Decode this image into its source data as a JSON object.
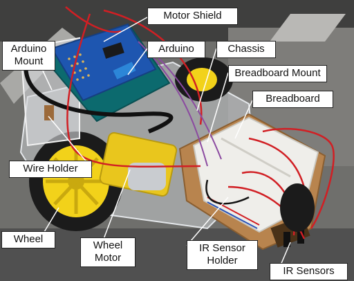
{
  "labels": {
    "motor_shield": "Motor Shield",
    "arduino_mount": "Arduino\nMount",
    "arduino": "Arduino",
    "chassis": "Chassis",
    "breadboard_mount": "Breadboard Mount",
    "breadboard": "Breadboard",
    "wire_holder": "Wire Holder",
    "wheel": "Wheel",
    "wheel_motor": "Wheel\nMotor",
    "ir_sensor_holder": "IR Sensor\nHolder",
    "ir_sensors": "IR Sensors"
  },
  "colors": {
    "floor": "#6f6f6c",
    "wheel_yellow": "#f2d21a",
    "tire": "#1b1b1b",
    "board_blue": "#1e56b0",
    "breadboard_white": "#efeeea",
    "wire_red": "#d11f24"
  }
}
